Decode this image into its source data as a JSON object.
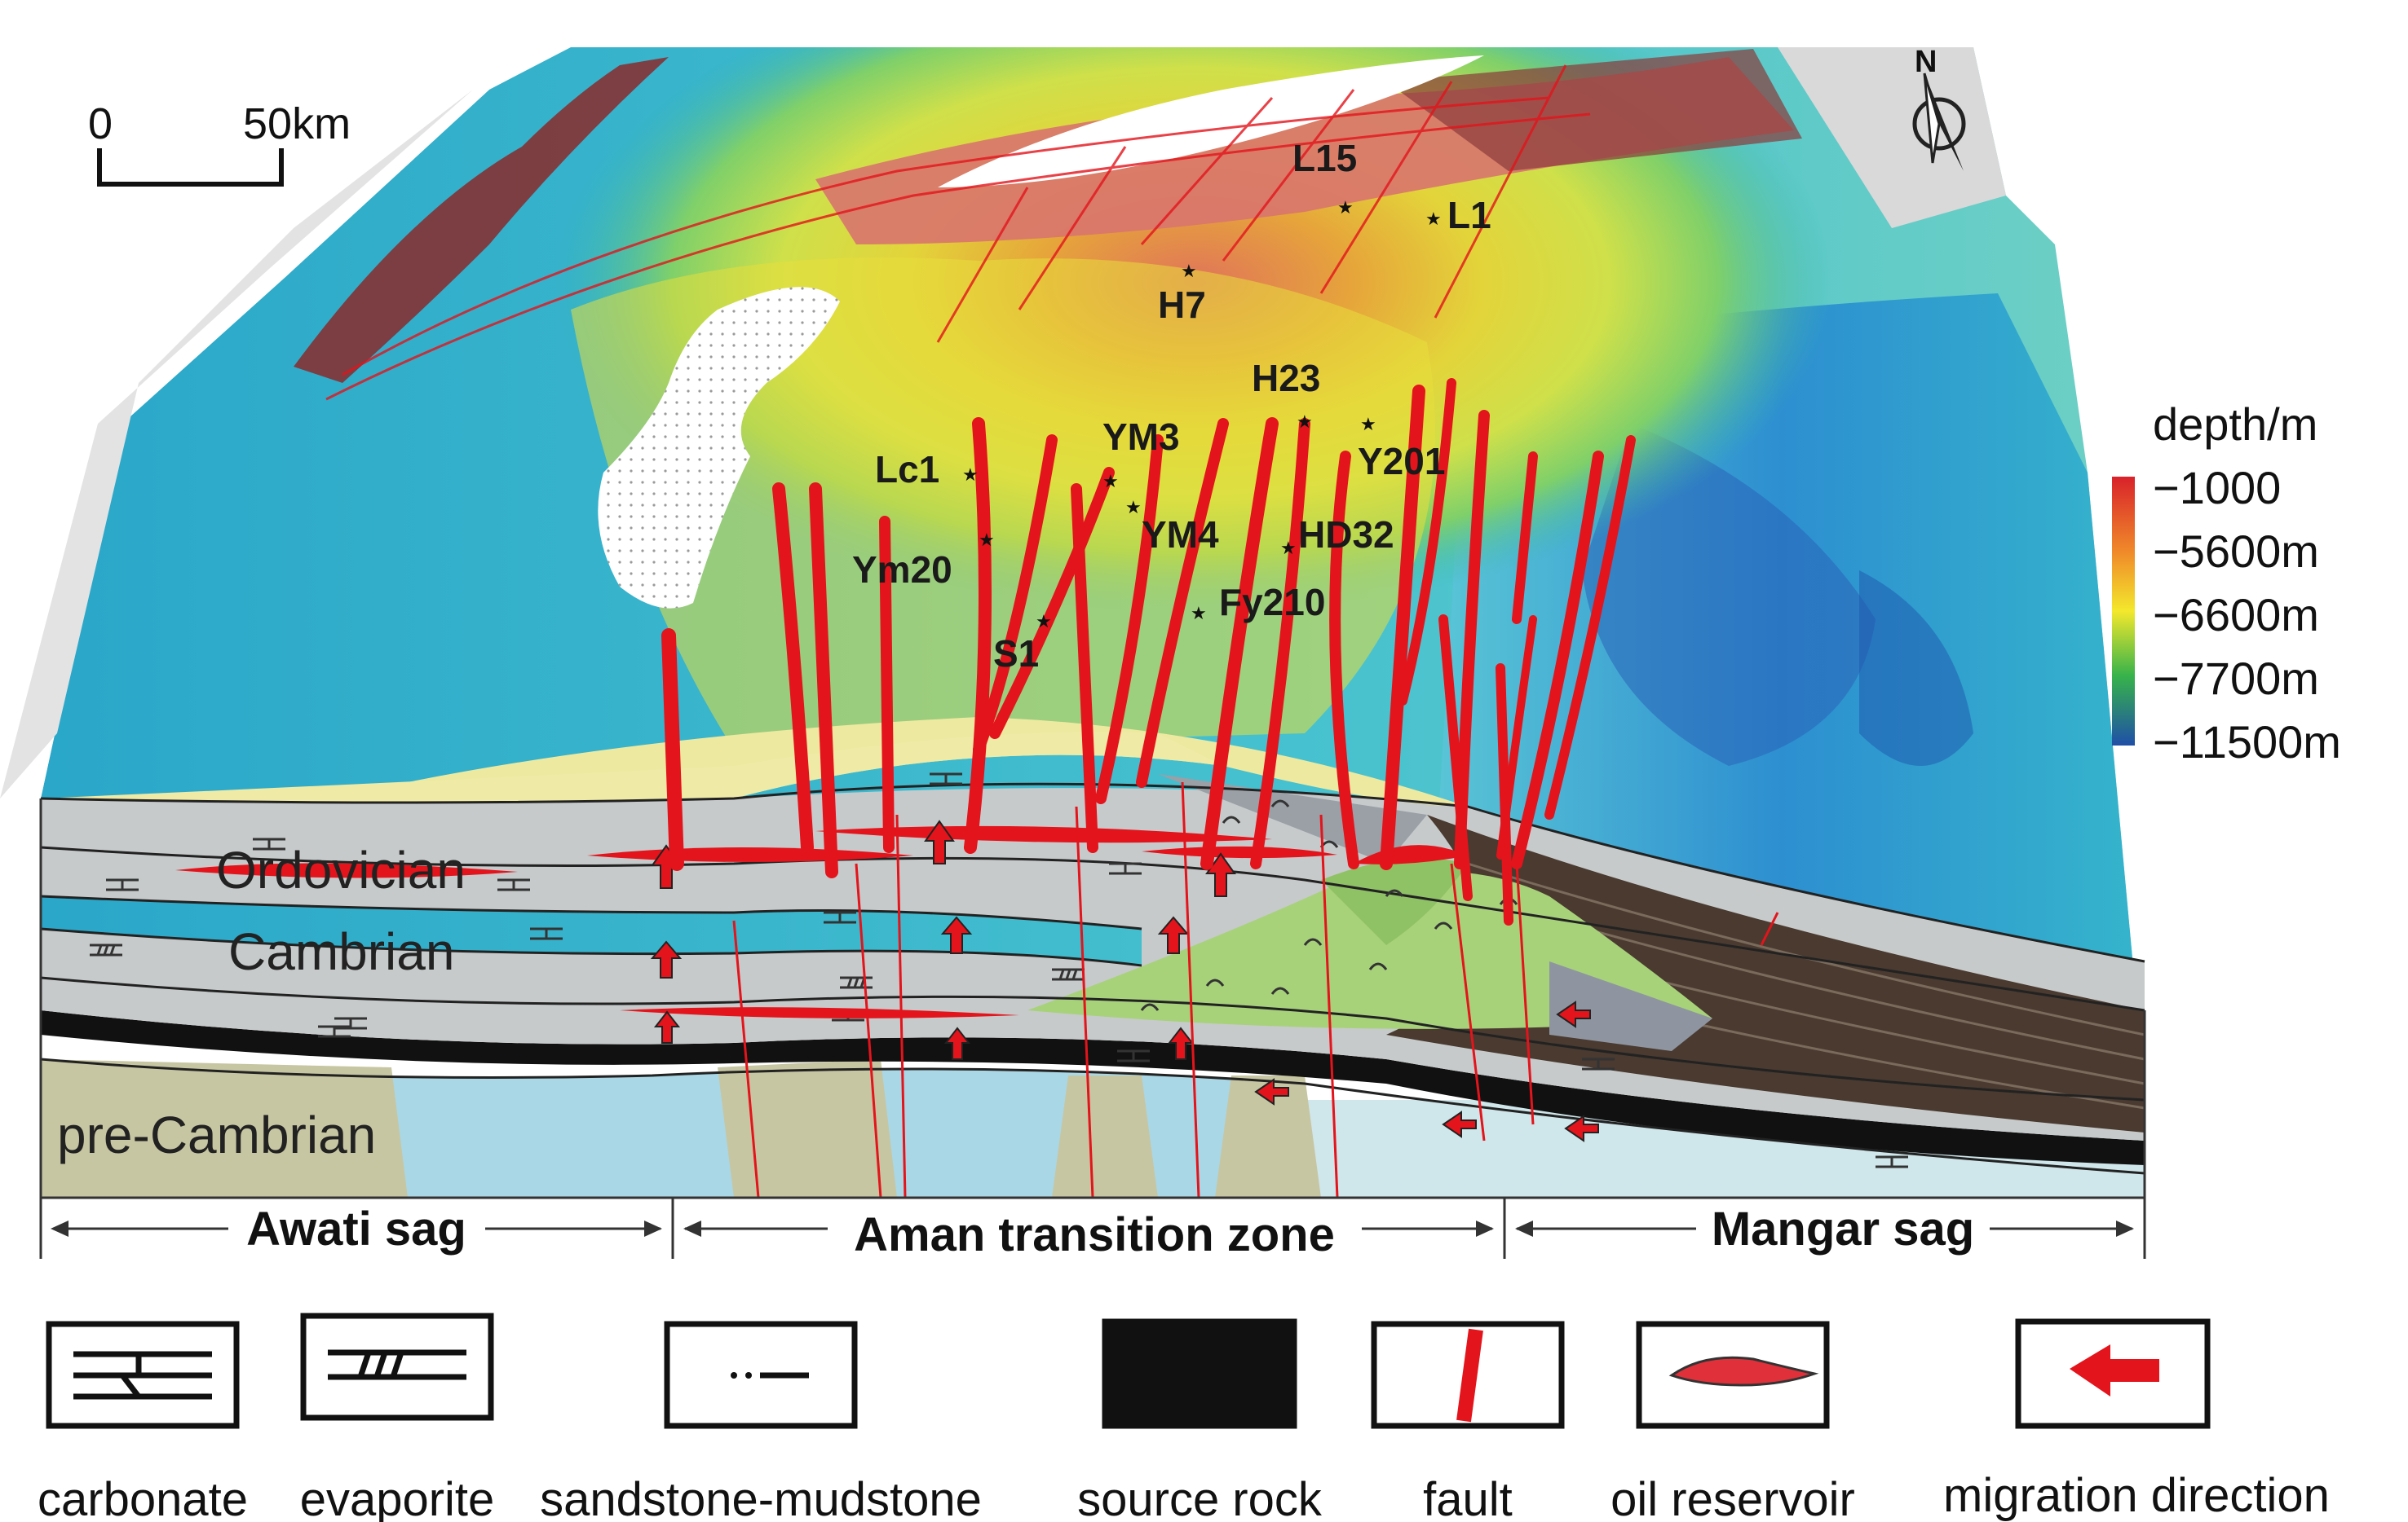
{
  "scale_bar": {
    "start": "0",
    "end": "50km"
  },
  "north_arrow": {
    "label": "N"
  },
  "depth_legend": {
    "title": "depth/m",
    "ticks": [
      "−1000",
      "−5600m",
      "−6600m",
      "−7700m",
      "−11500m"
    ],
    "colors": [
      "#d8222a",
      "#f08a2a",
      "#f3e82c",
      "#37b34a",
      "#1f4fa8"
    ]
  },
  "wells": [
    {
      "name": "L15"
    },
    {
      "name": "L1"
    },
    {
      "name": "H7"
    },
    {
      "name": "H23"
    },
    {
      "name": "YM3"
    },
    {
      "name": "Y201"
    },
    {
      "name": "Lc1"
    },
    {
      "name": "YM4"
    },
    {
      "name": "HD32"
    },
    {
      "name": "Ym20"
    },
    {
      "name": "Fy210"
    },
    {
      "name": "S1"
    }
  ],
  "strata": {
    "ordovician": "Ordovician",
    "cambrian": "Cambrian",
    "precambrian": "pre-Cambrian"
  },
  "zones": [
    {
      "name": "Awati sag"
    },
    {
      "name": "Aman transition zone"
    },
    {
      "name": "Mangar sag"
    }
  ],
  "legend": [
    {
      "label": "carbonate",
      "icon": "carbonate-icon"
    },
    {
      "label": "evaporite",
      "icon": "evaporite-icon"
    },
    {
      "label": "sandstone-mudstone",
      "icon": "sandstone-mudstone-icon"
    },
    {
      "label": "source rock",
      "icon": "source-rock-icon"
    },
    {
      "label": "fault",
      "icon": "fault-icon"
    },
    {
      "label": "oil reservoir",
      "icon": "oil-reservoir-icon"
    },
    {
      "label": "migration direction",
      "icon": "migration-arrow-icon"
    }
  ],
  "colors": {
    "fault": "#e3141b",
    "source_rock": "#111111",
    "evaporite": "#a77fb7",
    "green_fans": "#a7d27a",
    "brown_mangar": "#4a3a30"
  }
}
